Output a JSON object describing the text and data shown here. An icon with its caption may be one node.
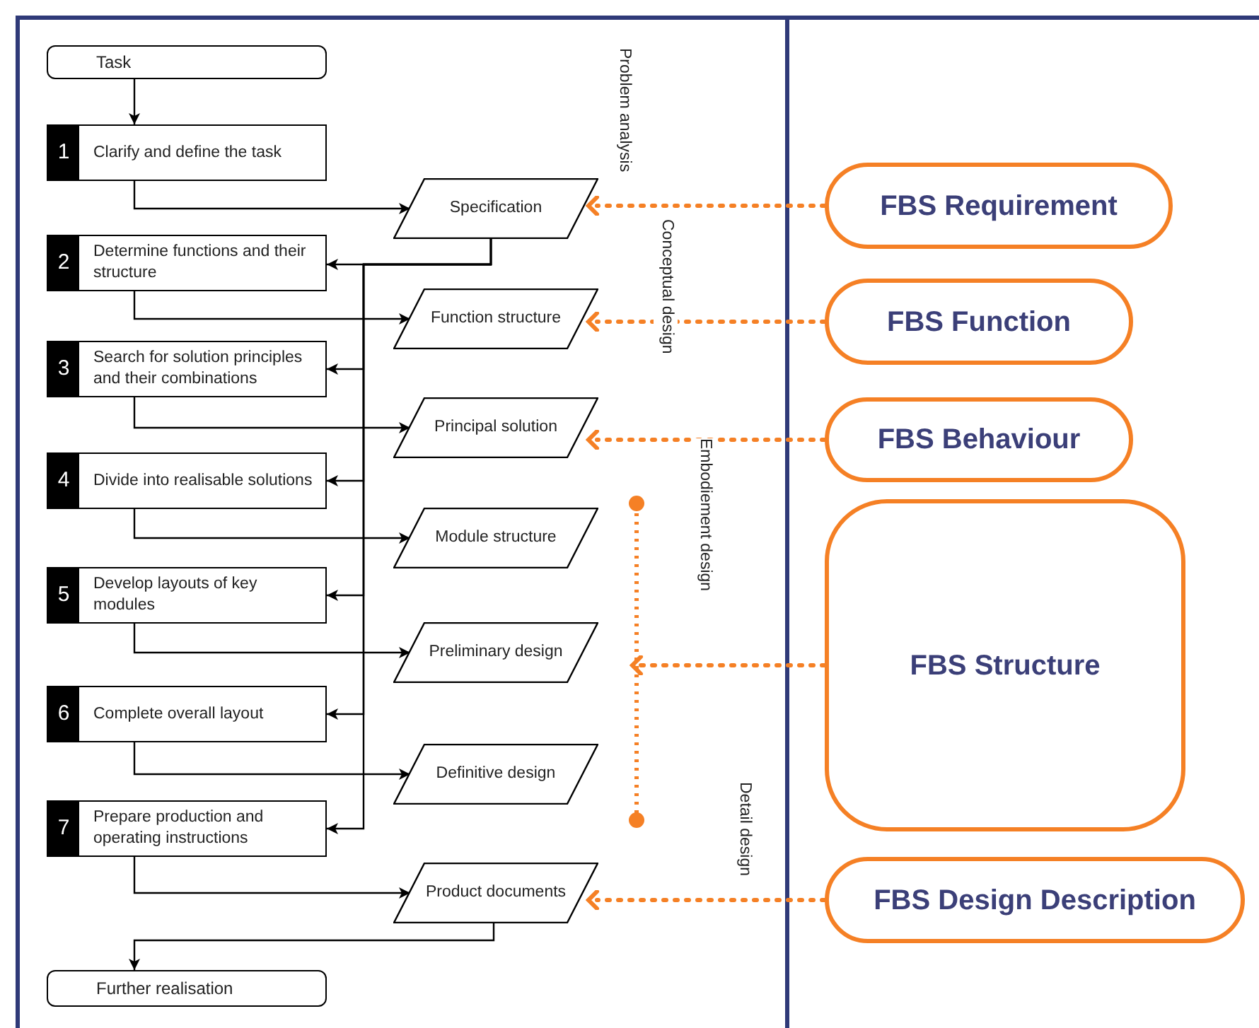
{
  "diagram": {
    "nodes": [
      {
        "text": [
          "Task"
        ]
      },
      {
        "text": [
          "1",
          "Clarify and define the task"
        ]
      },
      {
        "text": [
          "Specification"
        ]
      },
      {
        "text": [
          "2",
          "Determine functions and their structure"
        ]
      },
      {
        "text": [
          "Function structure"
        ]
      },
      {
        "text": [
          "3",
          "Search for solution principles and their combinations"
        ]
      },
      {
        "text": [
          "Principal solution"
        ]
      },
      {
        "text": [
          "4",
          "Divide into realisable solutions"
        ]
      },
      {
        "text": [
          "Module structure"
        ]
      },
      {
        "text": [
          "5",
          "Develop layouts of key modules"
        ]
      },
      {
        "text": [
          "Preliminary design"
        ]
      },
      {
        "text": [
          "6",
          "Complete overall layout"
        ]
      },
      {
        "text": [
          "Definitive design"
        ]
      },
      {
        "text": [
          "7",
          "Prepare production and operating instructions"
        ]
      },
      {
        "text": [
          "Product documents"
        ]
      },
      {
        "text": [
          "Further realisation"
        ]
      },
      {
        "text": [
          "FBS Requirement"
        ]
      },
      {
        "text": [
          "FBS Function"
        ]
      },
      {
        "text": [
          "FBS Behaviour"
        ]
      },
      {
        "text": [
          "FBS Structure"
        ]
      },
      {
        "text": [
          "FBS Design Description"
        ]
      },
      {
        "text": [],
        "shape": "bar"
      }
    ],
    "edges": [
      {
        "from": 0,
        "to": 1,
        "arrow": "to"
      },
      {
        "from": 1,
        "to": 2,
        "arrow": "to"
      },
      {
        "from": 2,
        "to": 3,
        "arrow": "to"
      },
      {
        "from": 3,
        "to": 4,
        "arrow": "to"
      },
      {
        "from": 2,
        "to": 5,
        "arrow": "to"
      },
      {
        "from": 5,
        "to": 6,
        "arrow": "to"
      },
      {
        "from": 2,
        "to": 7,
        "arrow": "to"
      },
      {
        "from": 7,
        "to": 8,
        "arrow": "to"
      },
      {
        "from": 2,
        "to": 9,
        "arrow": "to"
      },
      {
        "from": 9,
        "to": 10,
        "arrow": "to"
      },
      {
        "from": 2,
        "to": 11,
        "arrow": "to"
      },
      {
        "from": 11,
        "to": 12,
        "arrow": "to"
      },
      {
        "from": 2,
        "to": 13,
        "arrow": "to"
      },
      {
        "from": 13,
        "to": 14,
        "arrow": "to"
      },
      {
        "from": 14,
        "to": 15,
        "arrow": "to"
      },
      {
        "from": 16,
        "to": 2,
        "arrow": "to",
        "style": "dashed",
        "color": "#f58025"
      },
      {
        "from": 17,
        "to": 4,
        "arrow": "to",
        "style": "dashed",
        "color": "#f58025"
      },
      {
        "from": 18,
        "to": 6,
        "arrow": "to",
        "style": "dashed",
        "color": "#f58025"
      },
      {
        "from": 19,
        "to": 21,
        "arrow": "to",
        "style": "dashed",
        "color": "#f58025"
      },
      {
        "from": 20,
        "to": 14,
        "arrow": "to",
        "style": "dashed",
        "color": "#f58025"
      }
    ],
    "labels": [
      "Problem analysis",
      "Conceptual design",
      "Embodiement design",
      "Detail design"
    ]
  }
}
